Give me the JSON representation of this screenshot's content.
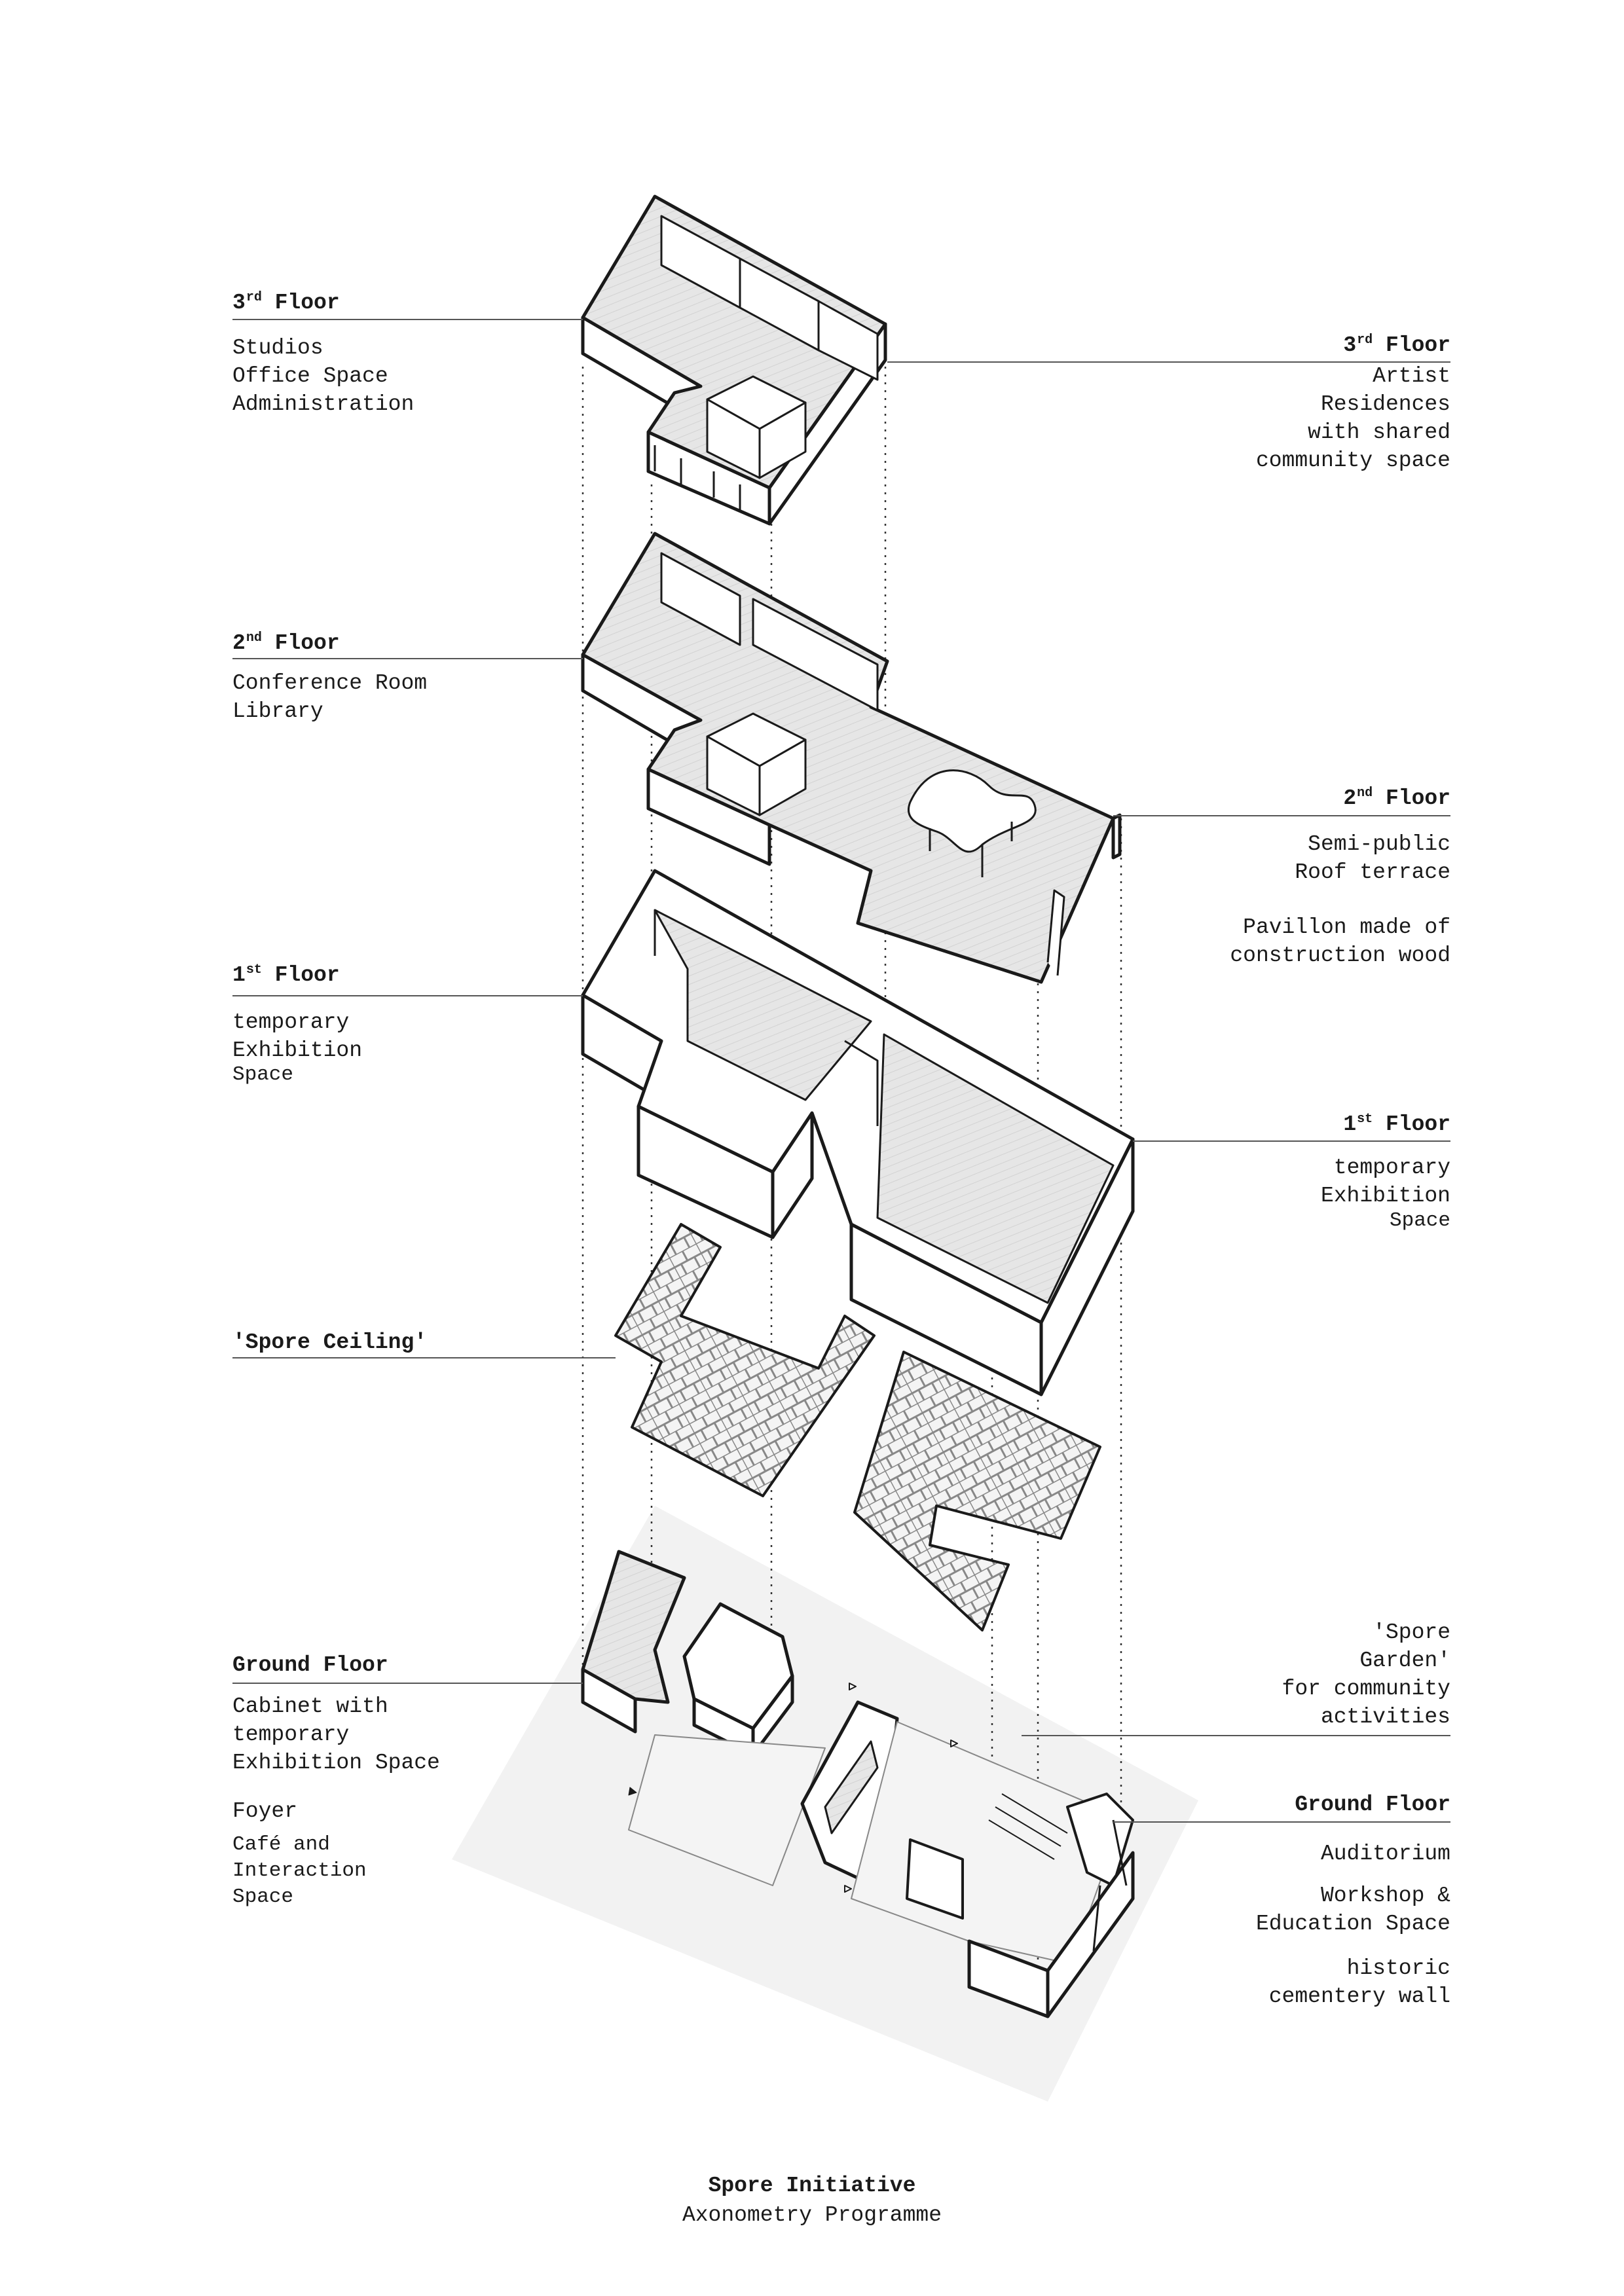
{
  "labels_left": [
    {
      "id": "l3",
      "title": "3",
      "sup": "rd",
      "rest": " Floor",
      "lines": "Studios\nOffice Space\nAdministration"
    },
    {
      "id": "l2",
      "title": "2",
      "sup": "nd",
      "rest": " Floor",
      "lines": "Conference Room\nLibrary"
    },
    {
      "id": "l1",
      "title": "1",
      "sup": "st",
      "rest": " Floor",
      "lines": "temporary\nExhibition",
      "extra": "Space"
    },
    {
      "id": "lsc",
      "title": "'Spore Ceiling'",
      "sup": "",
      "rest": "",
      "lines": ""
    },
    {
      "id": "lg",
      "title": "Ground Floor",
      "sup": "",
      "rest": "",
      "lines": "Cabinet with\ntemporary\nExhibition Space",
      "foyer": "Foyer",
      "cafe": "Café and\nInteraction\nSpace"
    }
  ],
  "labels_right": [
    {
      "id": "r3",
      "title": "3",
      "sup": "rd",
      "rest": " Floor",
      "lines": "Artist\nResidences\nwith shared\ncommunity space"
    },
    {
      "id": "r2",
      "title": "2",
      "sup": "nd",
      "rest": " Floor",
      "lines": "Semi-public\nRoof terrace",
      "extra": "Pavillon made of\nconstruction wood"
    },
    {
      "id": "r1",
      "title": "1",
      "sup": "st",
      "rest": " Floor",
      "lines": "temporary\nExhibition",
      "extra": "Space"
    },
    {
      "id": "rsg",
      "lines": "'Spore\nGarden'\nfor community\nactivities"
    },
    {
      "id": "rg",
      "title": "Ground Floor",
      "sup": "",
      "rest": "",
      "lines": "Auditorium",
      "workshop": "Workshop &\nEducation Space",
      "wall": "historic\ncementery wall"
    }
  ],
  "footer": {
    "title": "Spore Initiative",
    "subtitle": "Axonometry Programme"
  },
  "colors": {
    "ink": "#1a1a1a",
    "floor": "#e9e9e9",
    "shadow": "#f2f2f2",
    "leader": "#555555"
  }
}
